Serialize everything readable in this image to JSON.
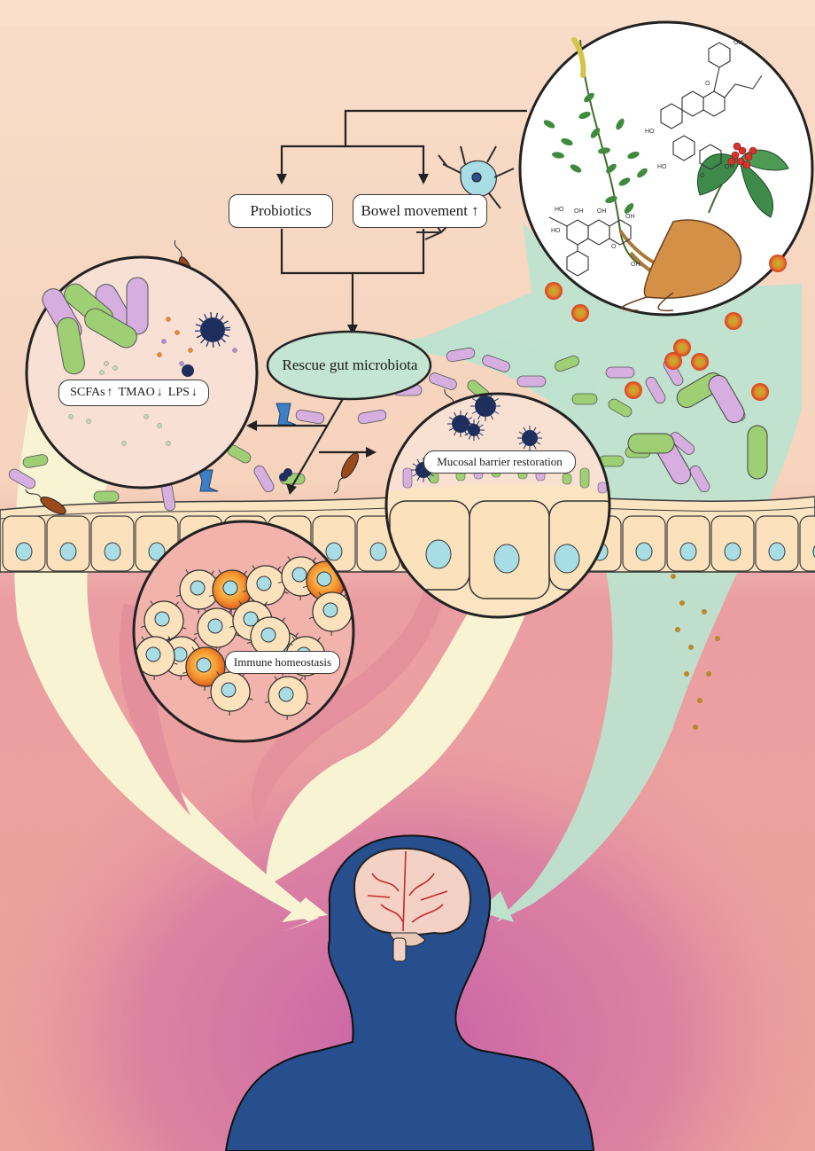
{
  "labels": {
    "probiotics": "Probiotics",
    "bowel_movement": "Bowel movement",
    "bowel_arrow": "↑",
    "rescue": "Rescue gut microbiota",
    "scfas": "SCFAs",
    "scfas_arrow": "↑",
    "tmao": "TMAO",
    "tmao_arrow": "↓",
    "lps": "LPS",
    "lps_arrow": "↓",
    "mucosal": "Mucosal barrier restoration",
    "immune": "Immune homeostasis"
  },
  "herb_structure_labels": [
    "OH",
    "OH",
    "HO",
    "HO",
    "O",
    "OH",
    "OH",
    "HO",
    "O",
    "OH",
    "O",
    "OH",
    "HO"
  ],
  "colors": {
    "background_top": "#f8d8c4",
    "background_bottom": "#d46ea6",
    "mint_pathway": "#bfe3cf",
    "cream_pathway": "#f6f3d2",
    "pink_pathway": "#e48f9c",
    "epithelium": "#fbe3bf",
    "nucleus": "#a9dde6",
    "head": "#274e8d",
    "rescue_ellipse": "#c5e5d3",
    "drug_particle": "#d94a24",
    "green_bacteria": "#9fcf74",
    "purple_bacteria": "#d6aee0"
  }
}
